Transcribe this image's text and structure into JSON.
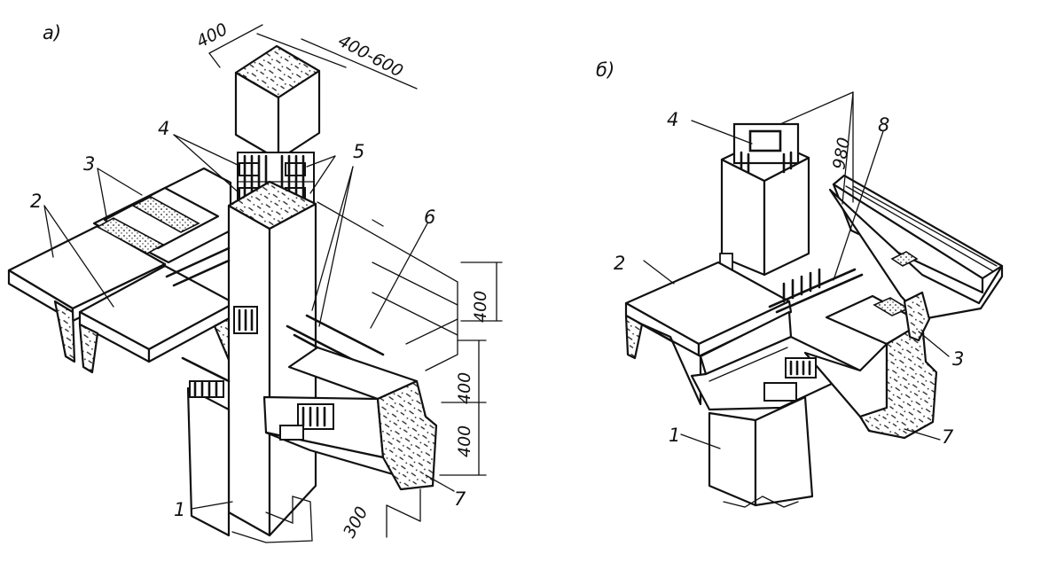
{
  "panel_a": {
    "letter": "а)",
    "labels": {
      "n1": "1",
      "n2": "2",
      "n3": "3",
      "n4": "4",
      "n5": "5",
      "n6": "6",
      "n7": "7"
    },
    "dimensions": {
      "col_width": "400",
      "col_depth": "400-600",
      "d_400_top": "400",
      "d_400_mid": "400",
      "d_400_low": "400",
      "d_300": "300"
    }
  },
  "panel_b": {
    "letter": "б)",
    "labels": {
      "n1": "1",
      "n2": "2",
      "n3": "3",
      "n4": "4",
      "n7": "7",
      "n8": "8"
    },
    "dimensions": {
      "d_980": "980"
    }
  }
}
